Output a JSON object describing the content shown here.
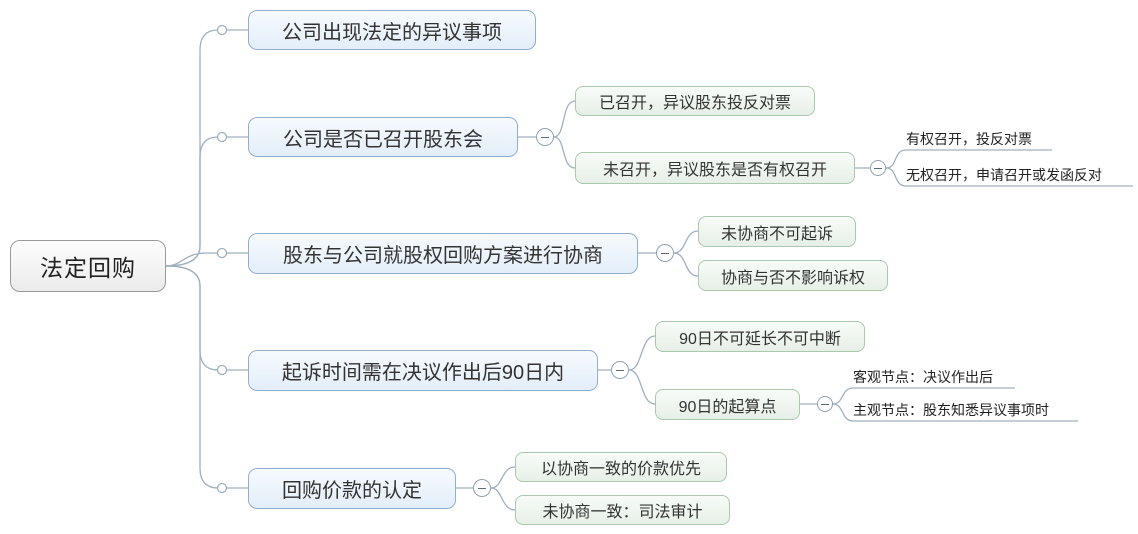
{
  "canvas": {
    "background": "#ffffff"
  },
  "colors": {
    "topic_fill": "#e8f1fa",
    "topic_border": "#93aecb",
    "subtopic_fill": "#e9f3ea",
    "subtopic_border": "#a9c8ae",
    "root_fill": "#f2f2f2",
    "root_border": "#9a9a9a",
    "line": "#9fb0bf",
    "text": "#333333"
  },
  "root": {
    "label": "法定回购"
  },
  "topics": [
    {
      "label": "公司出现法定的异议事项",
      "children": []
    },
    {
      "label": "公司是否已召开股东会",
      "children": [
        {
          "label": "已召开，异议股东投反对票",
          "children": []
        },
        {
          "label": "未召开，异议股东是否有权召开",
          "children": [
            {
              "label": "有权召开，投反对票"
            },
            {
              "label": "无权召开，申请召开或发函反对"
            }
          ]
        }
      ]
    },
    {
      "label": "股东与公司就股权回购方案进行协商",
      "children": [
        {
          "label": "未协商不可起诉",
          "children": []
        },
        {
          "label": "协商与否不影响诉权",
          "children": []
        }
      ]
    },
    {
      "label": "起诉时间需在决议作出后90日内",
      "children": [
        {
          "label": "90日不可延长不可中断",
          "children": []
        },
        {
          "label": "90日的起算点",
          "children": [
            {
              "label": "客观节点：决议作出后"
            },
            {
              "label": "主观节点：股东知悉异议事项时"
            }
          ]
        }
      ]
    },
    {
      "label": "回购价款的认定",
      "children": [
        {
          "label": "以协商一致的价款优先",
          "children": []
        },
        {
          "label": "未协商一致：司法审计",
          "children": []
        }
      ]
    }
  ]
}
